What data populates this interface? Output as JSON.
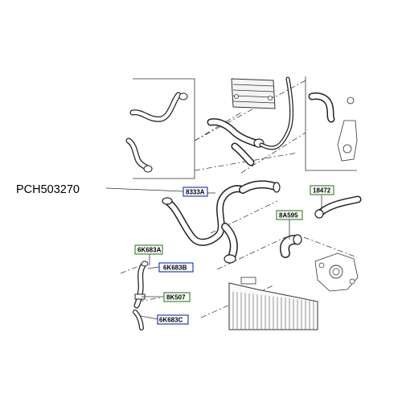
{
  "diagram": {
    "part_number": "PCH503270",
    "callouts": [
      {
        "id": "8333A",
        "label": "8333A",
        "color": "#1f3fbf"
      },
      {
        "id": "18472",
        "label": "18472",
        "color": "#3d8a2b"
      },
      {
        "id": "8A595",
        "label": "8A595",
        "color": "#3d8a2b"
      },
      {
        "id": "6K683A",
        "label": "6K683A",
        "color": "#3d8a2b"
      },
      {
        "id": "6K683B",
        "label": "6K683B",
        "color": "#1f3fbf"
      },
      {
        "id": "8K507",
        "label": "8K507",
        "color": "#3d8a2b"
      },
      {
        "id": "6K683C",
        "label": "6K683C",
        "color": "#1f3fbf"
      }
    ]
  }
}
